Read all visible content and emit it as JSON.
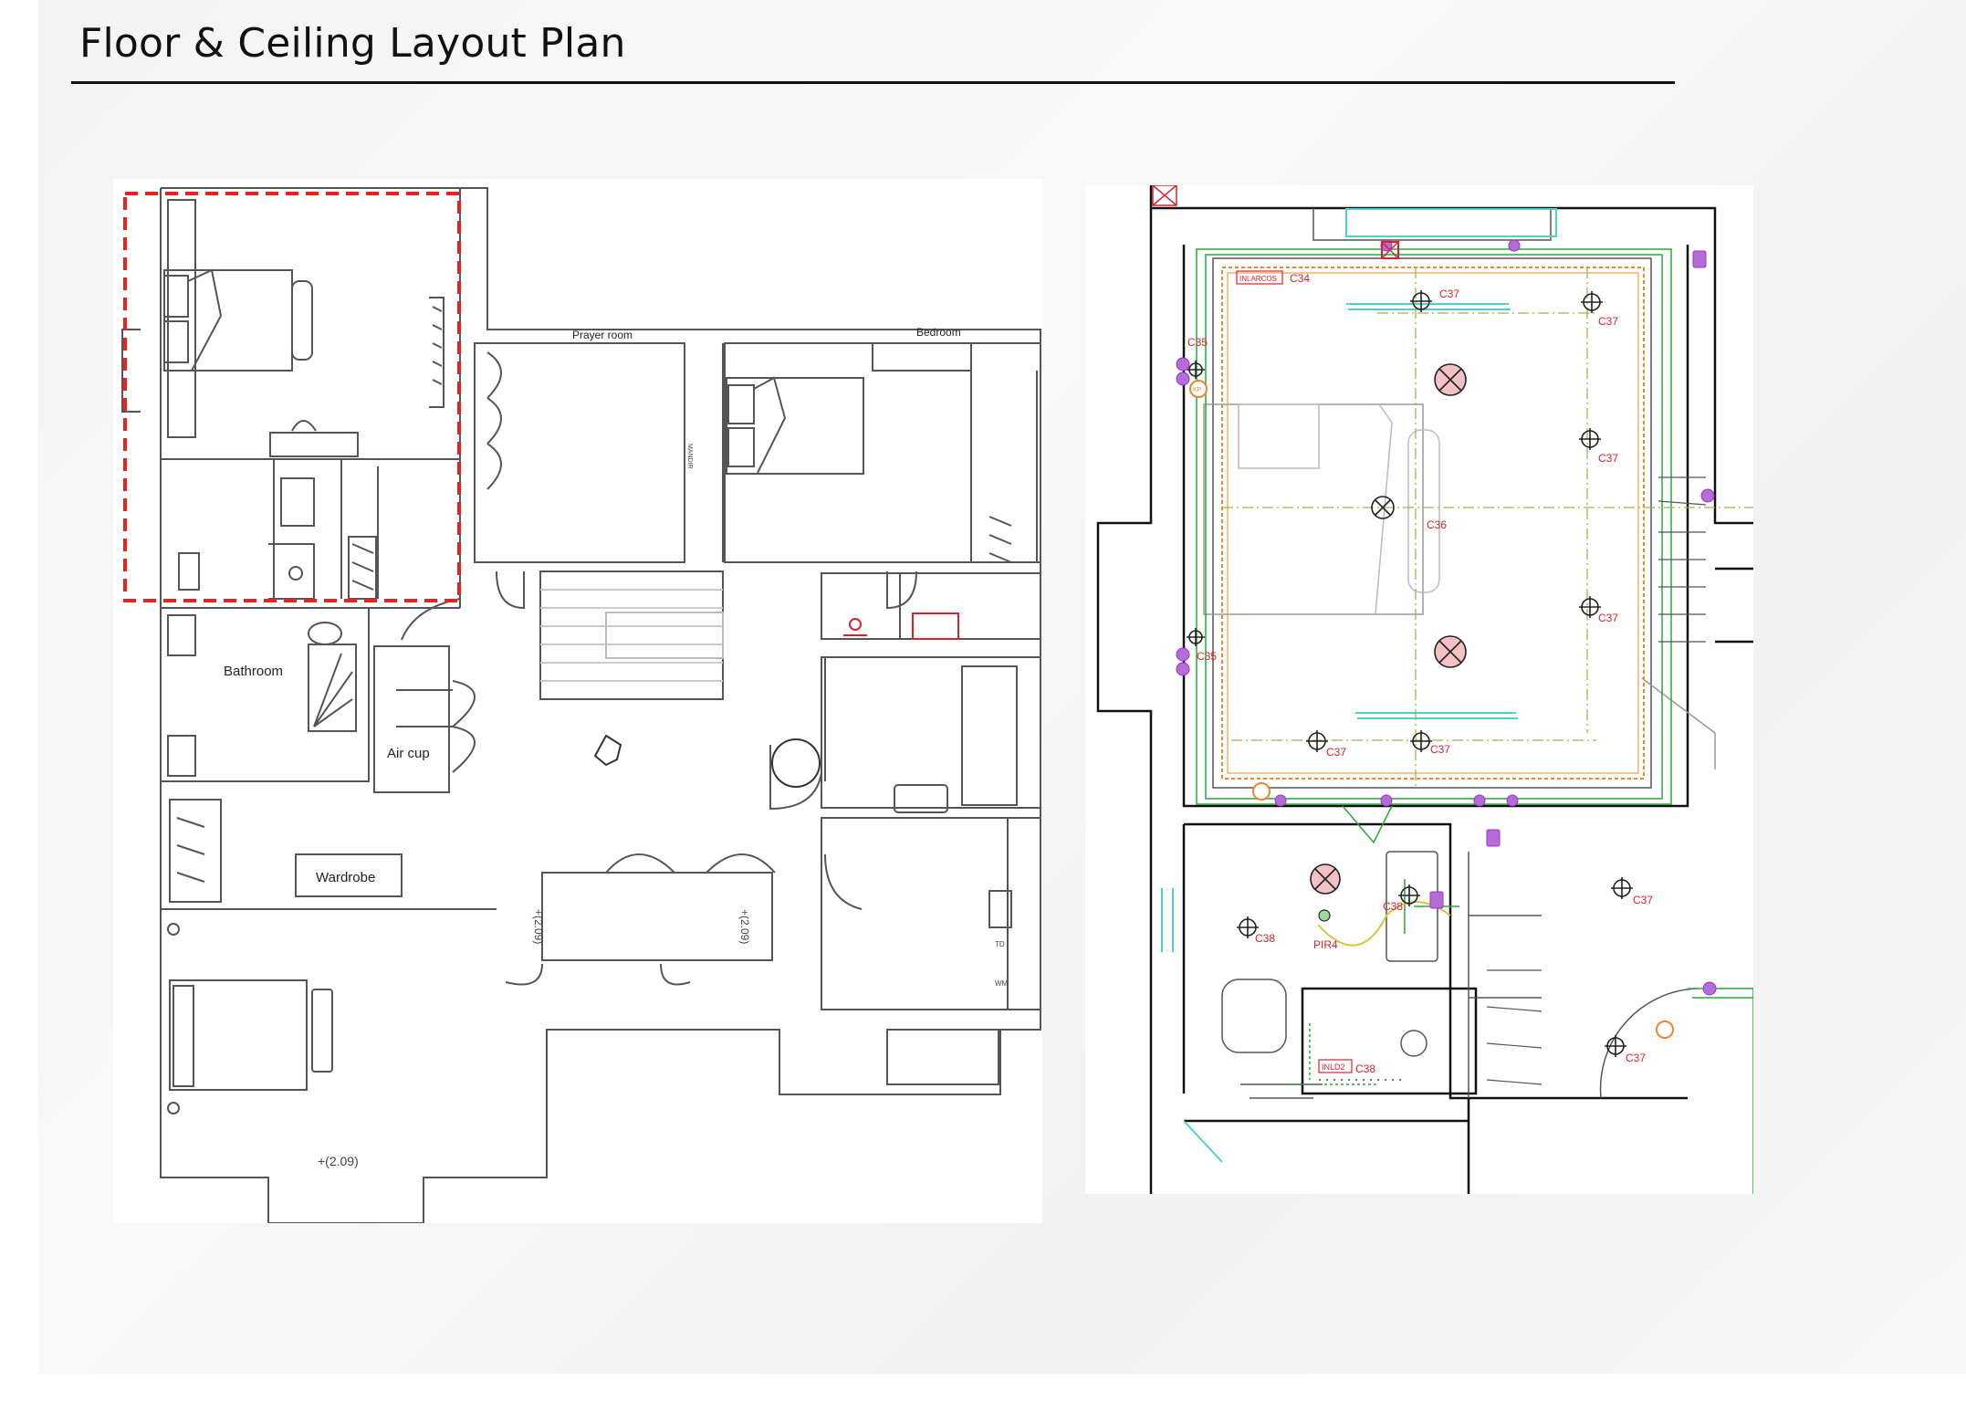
{
  "page": {
    "title": "Floor & Ceiling Layout Plan"
  },
  "floor_plan": {
    "rooms": {
      "prayer_room": "Prayer room",
      "bedroom": "Bedroom",
      "bathroom": "Bathroom",
      "air_cup": "Air cup",
      "wardrobe": "Wardrobe"
    },
    "annotations": {
      "mandir": "MANDIR",
      "level_1": "+(2.09)",
      "level_2": "+(2.09)",
      "level_3": "+(2.09)",
      "td": "TD",
      "wm": "WM"
    },
    "highlight_color": "#e8231f"
  },
  "ceiling_plan": {
    "labels": {
      "inlarcos": "INLARCOS",
      "c34": "C34",
      "c35_a": "C35",
      "c35_b": "C35",
      "c36": "C36",
      "c37_a": "C37",
      "c37_b": "C37",
      "c37_c": "C37",
      "c37_d": "C37",
      "c37_e": "C37",
      "c37_f": "C37",
      "c37_g": "C37",
      "c37_h": "C37",
      "c38_a": "C38",
      "c38_b": "C38",
      "c38_c": "C38",
      "pir4": "PIR4",
      "inld2": "INLD2",
      "kp": "KP"
    },
    "colors": {
      "label": "#d9232b",
      "cove": "#e8882a",
      "track": "#29a83a",
      "socket": "#9b30c8",
      "cyan": "#4ecfd8",
      "axis": "#9db84a"
    }
  }
}
